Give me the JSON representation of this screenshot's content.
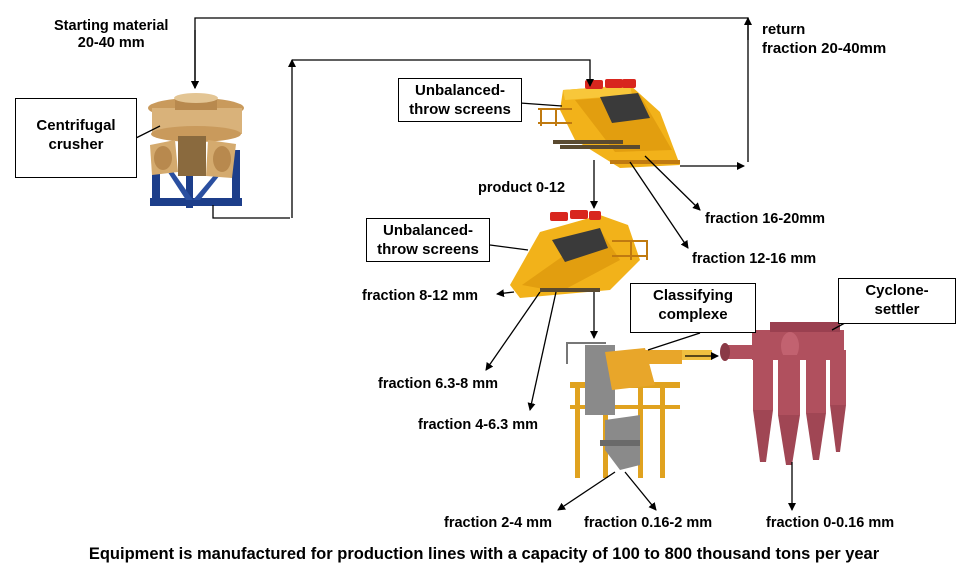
{
  "labels": {
    "starting_material": [
      "Starting material",
      "20-40 mm"
    ],
    "return_fraction": [
      "return",
      "fraction 20-40mm"
    ],
    "product_0_12": "product 0-12",
    "fraction_16_20": "fraction 16-20mm",
    "fraction_12_16": "fraction 12-16 mm",
    "fraction_8_12": "fraction 8-12 mm",
    "fraction_6_3_8": "fraction 6.3-8 mm",
    "fraction_4_6_3": "fraction 4-6.3 mm",
    "fraction_2_4": "fraction 2-4 mm",
    "fraction_0_16_2": "fraction 0.16-2 mm",
    "fraction_0_0_16": "fraction 0-0.16 mm"
  },
  "callouts": {
    "crusher": [
      "Centrifugal",
      "crusher"
    ],
    "screens_top": [
      "Unbalanced-",
      "throw screens"
    ],
    "screens_mid": [
      "Unbalanced-",
      "throw screens"
    ],
    "classifying": [
      "Classifying",
      "complexe"
    ],
    "cyclone": [
      "Cyclone-",
      "settler"
    ]
  },
  "caption": "Equipment is manufactured for production lines with a capacity of 100 to 800 thousand tons per year",
  "colors": {
    "screen_yellow": "#f2b21a",
    "screen_red": "#d8261e",
    "crusher_tan": "#d9b27a",
    "crusher_frame": "#1d3e8a",
    "cyclone": "#b0505e",
    "classifier_frame": "#e0a21f"
  }
}
